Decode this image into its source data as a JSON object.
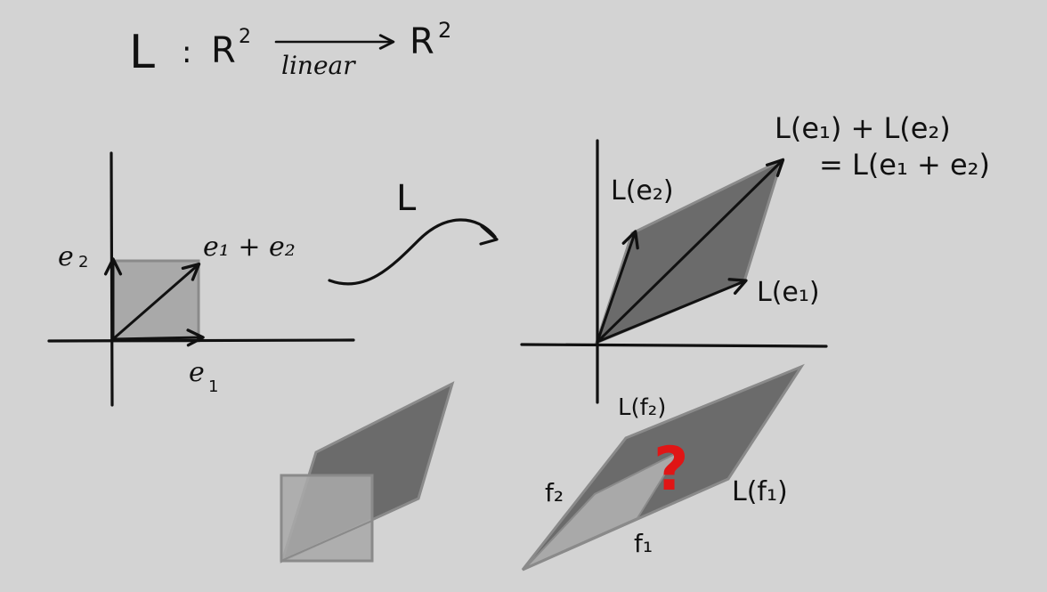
{
  "title": {
    "map": "L",
    "colon": ":",
    "domain_space": "R",
    "domain_power": "2",
    "codomain_space": "R",
    "codomain_power": "2",
    "arrow_label": "linear"
  },
  "left_panel": {
    "e1_label": "e",
    "e1_sub": "1",
    "e2_label": "e",
    "e2_sub": "2",
    "sum_label": "e₁ + e₂"
  },
  "transform_label": "L",
  "right_panel": {
    "Le1_label": "L(e₁)",
    "Le2_label": "L(e₂)",
    "sum_label_line1": "L(e₁) + L(e₂)",
    "sum_label_line2": "= L(e₁ + e₂)"
  },
  "bottom_right": {
    "f1_label": "f₁",
    "f2_label": "f₂",
    "Lf1_label": "L(f₁)",
    "Lf2_label": "L(f₂)",
    "question": "?"
  },
  "colors": {
    "background": "#d3d3d3",
    "ink": "#111111",
    "light_fill": "#a9a9a9",
    "dark_fill": "#6b6b6b",
    "outline": "#8a8a8a",
    "question": "#e01515"
  }
}
